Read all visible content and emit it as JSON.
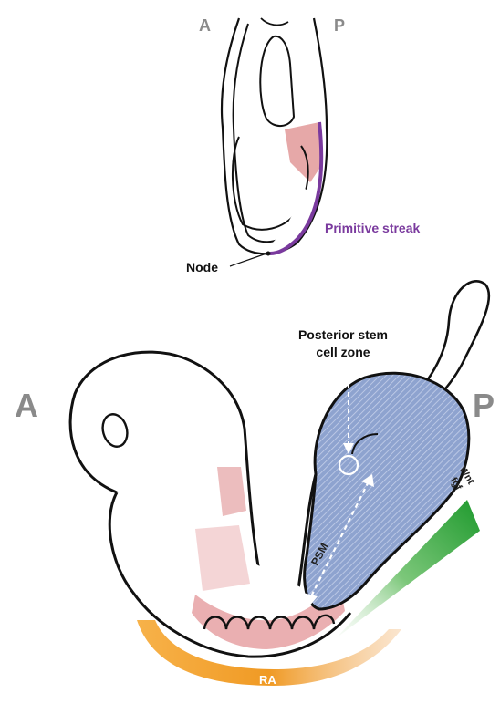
{
  "top_embryo": {
    "anterior": "A",
    "posterior": "P",
    "primitive_streak": "Primitive streak",
    "node": "Node"
  },
  "bottom_embryo": {
    "anterior": "A",
    "posterior": "P",
    "stem_zone_line1": "Posterior stem",
    "stem_zone_line2": "cell zone",
    "psm": "PSM",
    "wnt": "Wnt",
    "fgf": "fgf",
    "ra": "RA"
  },
  "colors": {
    "streak": "#7a3a9e",
    "psm_blue": "#8ea3cf",
    "somite_pink": "#e6a1a3",
    "ra_orange": "#f2a23a",
    "wnt_green": "#3fae3a"
  }
}
